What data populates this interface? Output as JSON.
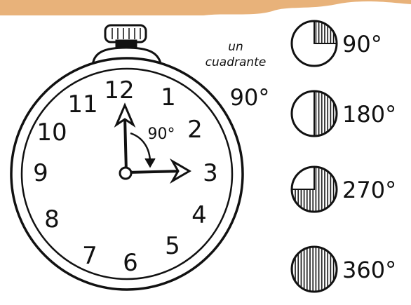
{
  "colors": {
    "background": "#ffffff",
    "banner": "#e8b27a",
    "ink": "#111111"
  },
  "clock": {
    "numbers": [
      "12",
      "1",
      "2",
      "3",
      "4",
      "5",
      "6",
      "7",
      "8",
      "9",
      "10",
      "11"
    ],
    "angle_label": "90°",
    "hour_hand_points_to": "12",
    "minute_hand_points_to": "3"
  },
  "caption": {
    "line1": "un",
    "line2": "cuadrante",
    "degrees": "90°"
  },
  "fractions": [
    {
      "label": "90°",
      "filled_fraction": 0.25
    },
    {
      "label": "180°",
      "filled_fraction": 0.5
    },
    {
      "label": "270°",
      "filled_fraction": 0.75
    },
    {
      "label": "360°",
      "filled_fraction": 1.0
    }
  ]
}
